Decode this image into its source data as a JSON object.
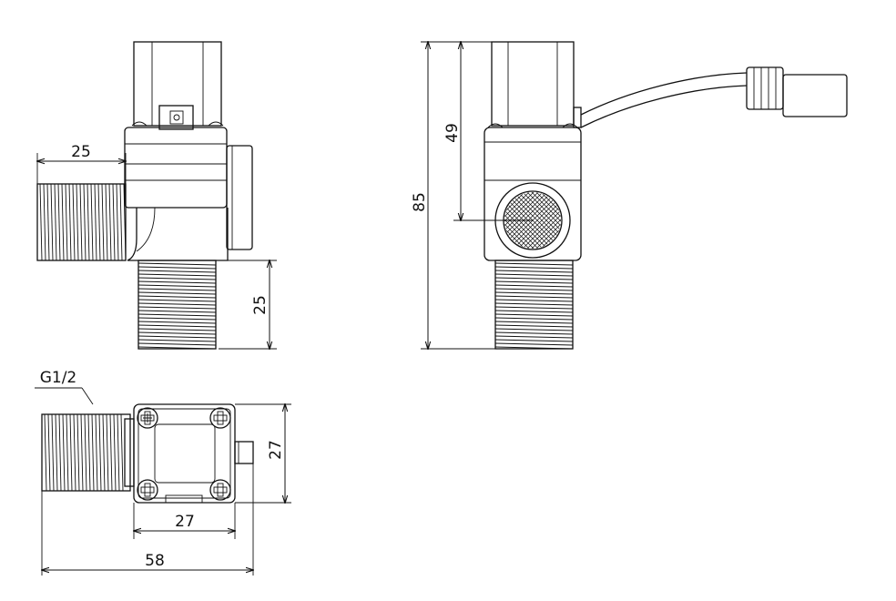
{
  "dimensions": {
    "side_inlet_length": "25",
    "side_outlet_length": "25",
    "front_total_height": "85",
    "front_center_height": "49",
    "bottom_body_height": "27",
    "bottom_body_width": "27",
    "bottom_total_length": "58"
  },
  "annotations": {
    "thread_spec": "G1/2"
  }
}
